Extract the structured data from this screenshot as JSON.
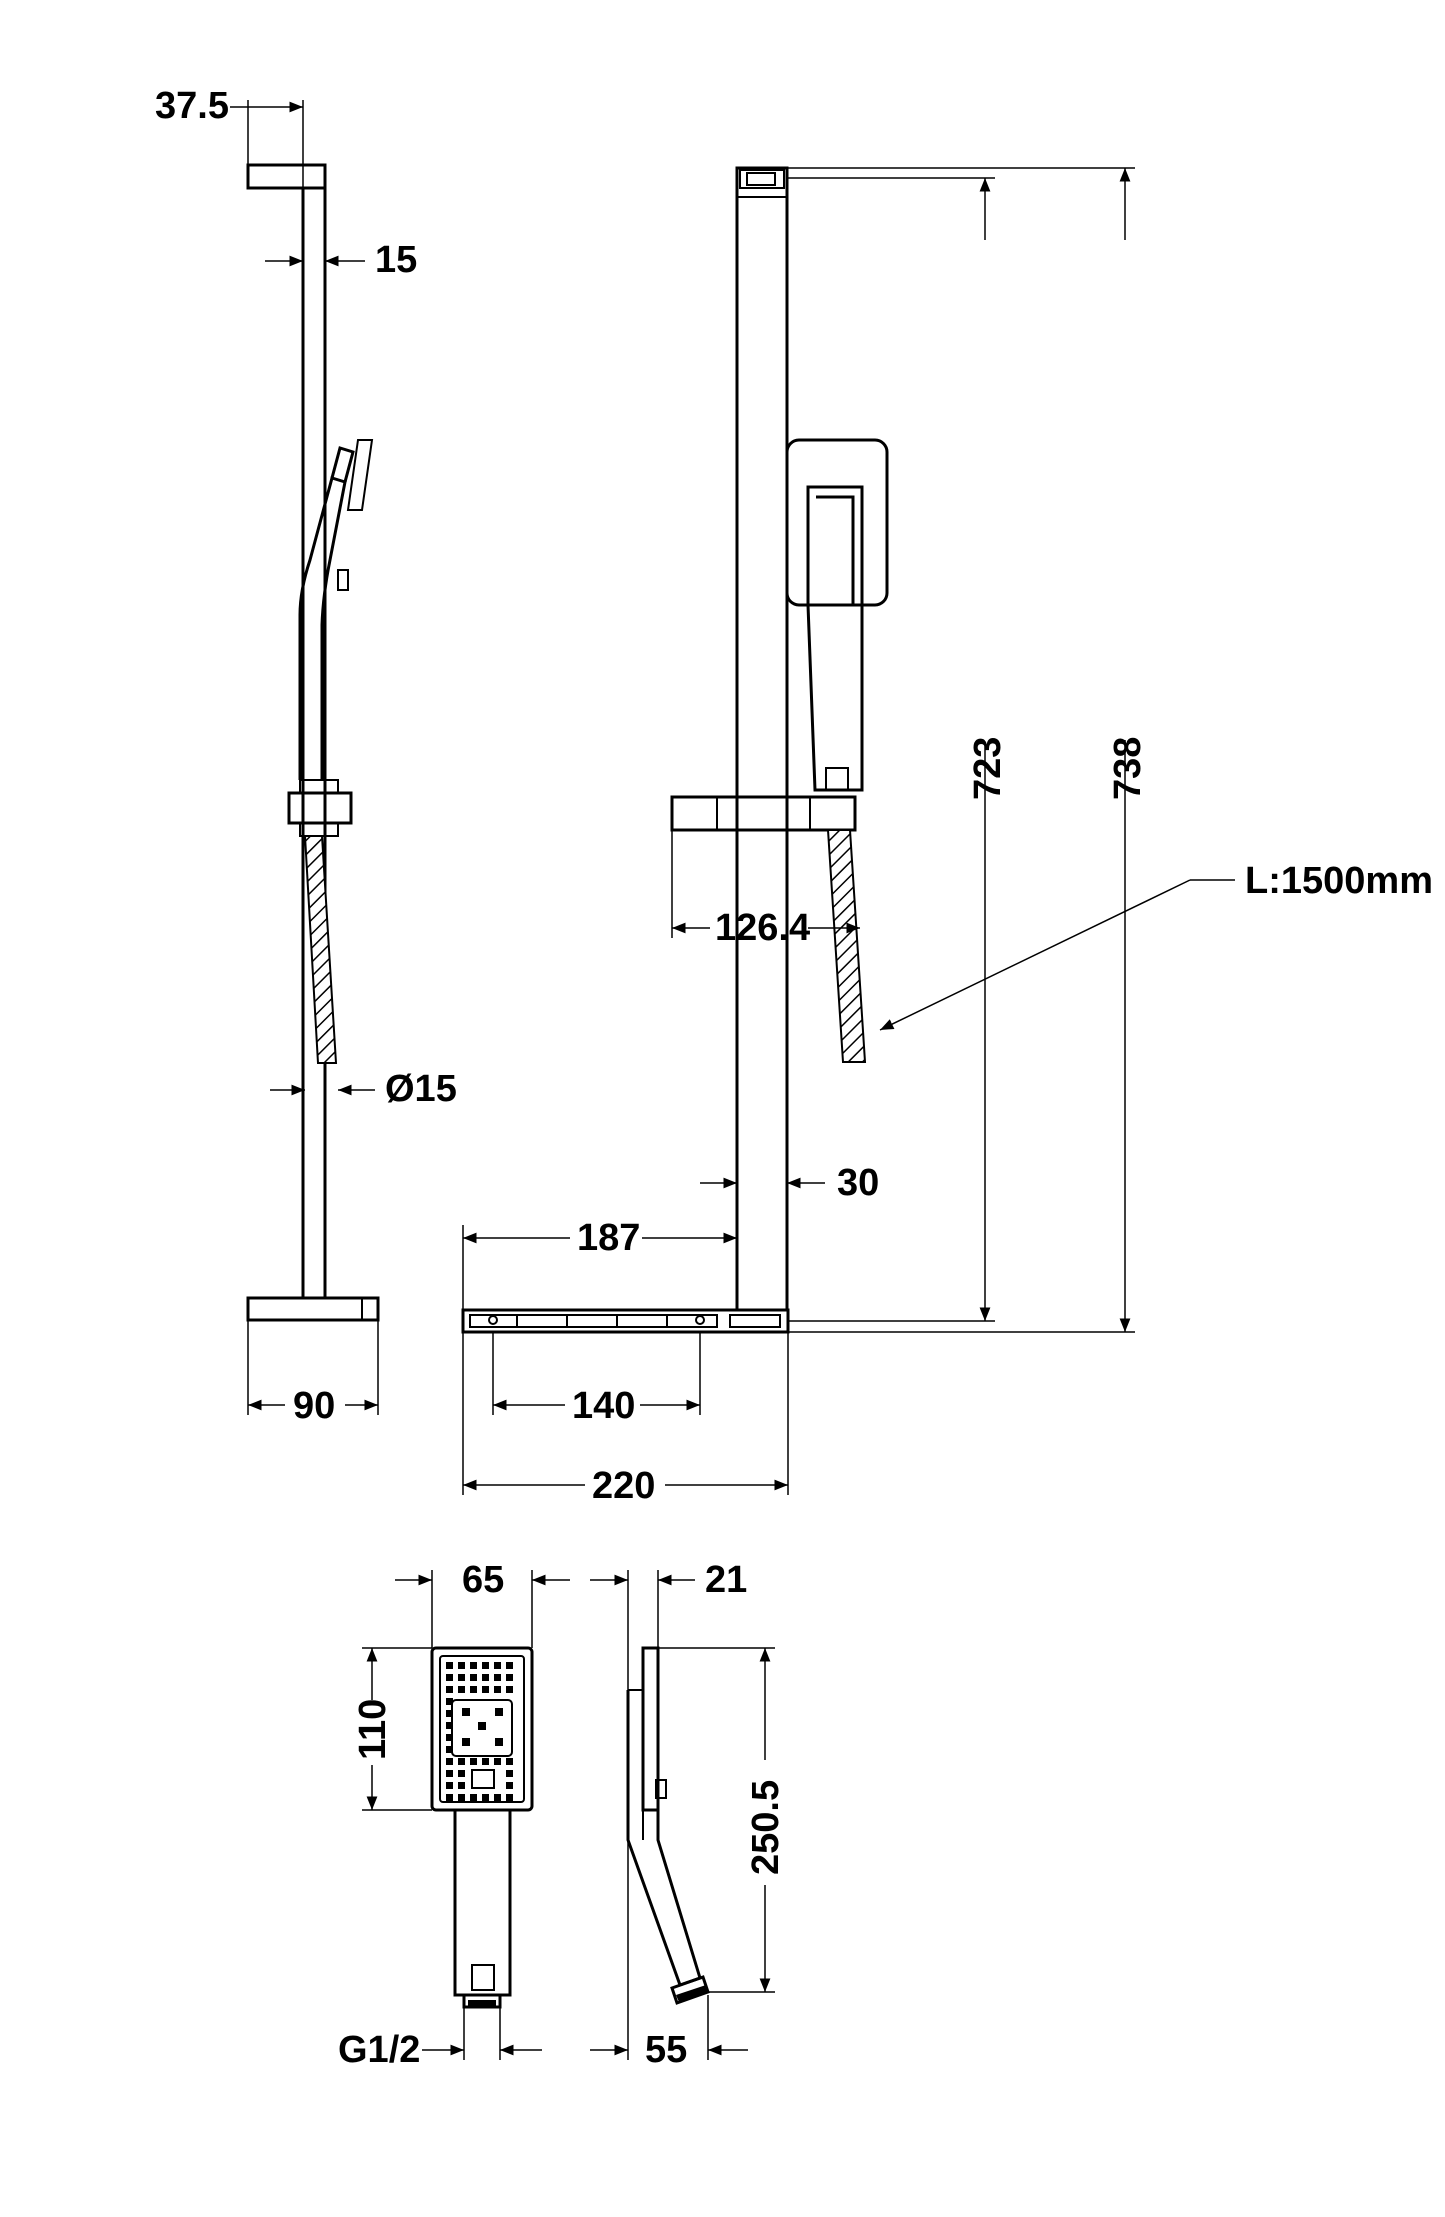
{
  "dimensions": {
    "top_offset": "37.5",
    "rail_width_side": "15",
    "hose_diameter": "Ø15",
    "base_depth": "90",
    "total_height": "738",
    "rail_height": "723",
    "hose_length": "L:1500mm",
    "holder_projection": "126.4",
    "rail_width_front": "30",
    "offset_187": "187",
    "fixing_centres": "140",
    "base_width": "220",
    "handset_width": "65",
    "handset_head_height": "110",
    "handset_thickness": "21",
    "handset_length": "250.5",
    "connection_thread": "G1/2",
    "handset_offset": "55"
  },
  "colors": {
    "line": "#000000",
    "background": "#ffffff"
  }
}
